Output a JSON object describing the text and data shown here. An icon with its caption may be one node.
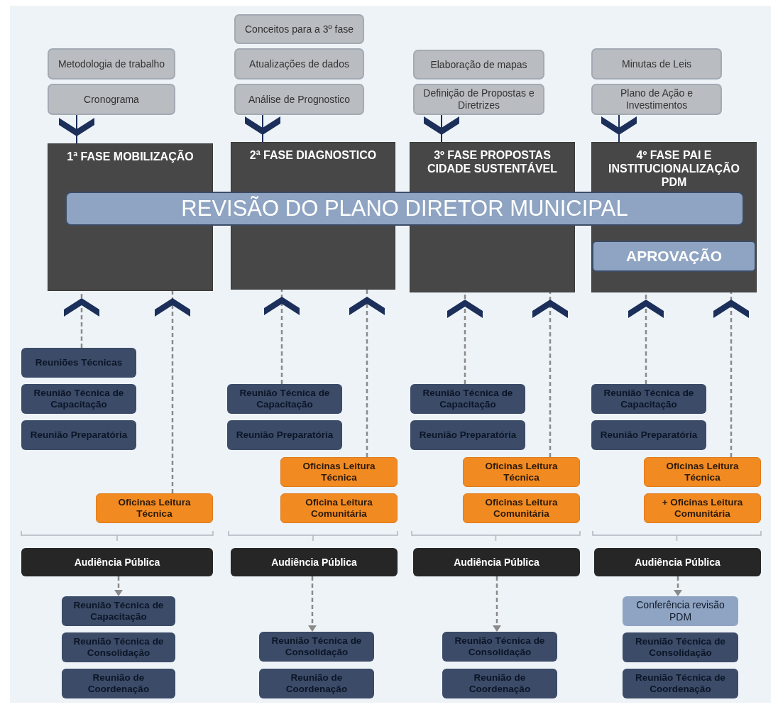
{
  "diagram": {
    "nodes": [
      {
        "text": [
          "Metodologia de trabalho"
        ]
      },
      {
        "text": [
          "Cronograma"
        ]
      },
      {
        "text": [
          "Conceitos para a 3º fase"
        ]
      },
      {
        "text": [
          "Atualizações de dados"
        ]
      },
      {
        "text": [
          "Análise de Prognostico"
        ]
      },
      {
        "text": [
          "Elaboração de mapas"
        ]
      },
      {
        "text": [
          "Definição de Propostas e Diretrizes"
        ]
      },
      {
        "text": [
          "Minutas de Leis"
        ]
      },
      {
        "text": [
          "Plano de Ação e Investimentos"
        ]
      },
      {
        "text": [
          "1ª FASE MOBILIZAÇÃO"
        ]
      },
      {
        "text": [
          "2ª FASE DIAGNOSTICO"
        ]
      },
      {
        "text": [
          "3º FASE PROPOSTAS CIDADE SUSTENTÁVEL"
        ]
      },
      {
        "text": [
          "4º FASE PAI E INSTITUCIONALIZAÇÃO PDM"
        ]
      },
      {
        "text": [
          "REVISÃO DO PLANO DIRETOR MUNICIPAL"
        ]
      },
      {
        "text": [
          "APROVAÇÃO"
        ],
        "in": 12
      },
      {
        "text": [
          "Reuniões Técnicas"
        ]
      },
      {
        "text": [
          "Reunião Técnica de Capacitação"
        ]
      },
      {
        "text": [
          "Reunião Preparatória"
        ]
      },
      {
        "text": [
          "Oficinas Leitura Técnica"
        ]
      },
      {
        "text": [
          "Audiência Pública"
        ]
      },
      {
        "text": [
          "Reunião Técnica de Capacitação"
        ]
      },
      {
        "text": [
          "Reunião Técnica de Consolidação"
        ]
      },
      {
        "text": [
          "Reunião de Coordenação"
        ]
      },
      {
        "text": [
          "Reunião Técnica de Capacitação"
        ]
      },
      {
        "text": [
          "Reunião Preparatória"
        ]
      },
      {
        "text": [
          "Oficinas Leitura Técnica"
        ]
      },
      {
        "text": [
          "Oficina Leitura Comunitária"
        ]
      },
      {
        "text": [
          "Audiência Pública"
        ]
      },
      {
        "text": [
          "Reunião Técnica de Consolidação"
        ]
      },
      {
        "text": [
          "Reunião de Coordenação"
        ]
      },
      {
        "text": [
          "Reunião Técnica de Capacitação"
        ]
      },
      {
        "text": [
          "Reunião Preparatória"
        ]
      },
      {
        "text": [
          "Oficinas Leitura Técnica"
        ]
      },
      {
        "text": [
          "Oficinas Leitura Comunitária"
        ]
      },
      {
        "text": [
          "Audiência Pública"
        ]
      },
      {
        "text": [
          "Reunião Técnica de Consolidação"
        ]
      },
      {
        "text": [
          "Reunião de Coordenação"
        ]
      },
      {
        "text": [
          "Reunião Técnica de Capacitação"
        ]
      },
      {
        "text": [
          "Reunião Preparatória"
        ]
      },
      {
        "text": [
          "Oficinas Leitura Técnica"
        ]
      },
      {
        "text": [
          "+ Oficinas Leitura Comunitária"
        ]
      },
      {
        "text": [
          "Audiência Pública"
        ]
      },
      {
        "text": [
          "Conferência revisão PDM"
        ]
      },
      {
        "text": [
          "Reunião Técnica de Consolidação"
        ]
      },
      {
        "text": [
          "Reunião Técnica de Coordenação"
        ]
      }
    ],
    "edges": [
      {
        "from": 1,
        "to": 9,
        "arrow": "to",
        "color": "#1b2f5a"
      },
      {
        "from": 4,
        "to": 10,
        "arrow": "to",
        "color": "#1b2f5a"
      },
      {
        "from": 6,
        "to": 11,
        "arrow": "to",
        "color": "#1b2f5a"
      },
      {
        "from": 8,
        "to": 12,
        "arrow": "to",
        "color": "#1b2f5a"
      },
      {
        "from": 15,
        "to": 9,
        "arrow": "to",
        "style": "dashed"
      },
      {
        "from": 18,
        "to": 9,
        "arrow": "to",
        "style": "dashed"
      },
      {
        "from": 23,
        "to": 10,
        "arrow": "to",
        "style": "dashed"
      },
      {
        "from": 25,
        "to": 10,
        "arrow": "to",
        "style": "dashed"
      },
      {
        "from": 30,
        "to": 11,
        "arrow": "to",
        "style": "dashed"
      },
      {
        "from": 32,
        "to": 11,
        "arrow": "to",
        "style": "dashed"
      },
      {
        "from": 37,
        "to": 12,
        "arrow": "to",
        "style": "dashed"
      },
      {
        "from": 39,
        "to": 12,
        "arrow": "to",
        "style": "dashed"
      },
      {
        "from": 19,
        "to": 20,
        "arrow": "to",
        "style": "dashed"
      },
      {
        "from": 27,
        "to": 28,
        "arrow": "to",
        "style": "dashed"
      },
      {
        "from": 34,
        "to": 35,
        "arrow": "to",
        "style": "dashed"
      },
      {
        "from": 41,
        "to": 42,
        "arrow": "to",
        "style": "dashed"
      }
    ]
  }
}
